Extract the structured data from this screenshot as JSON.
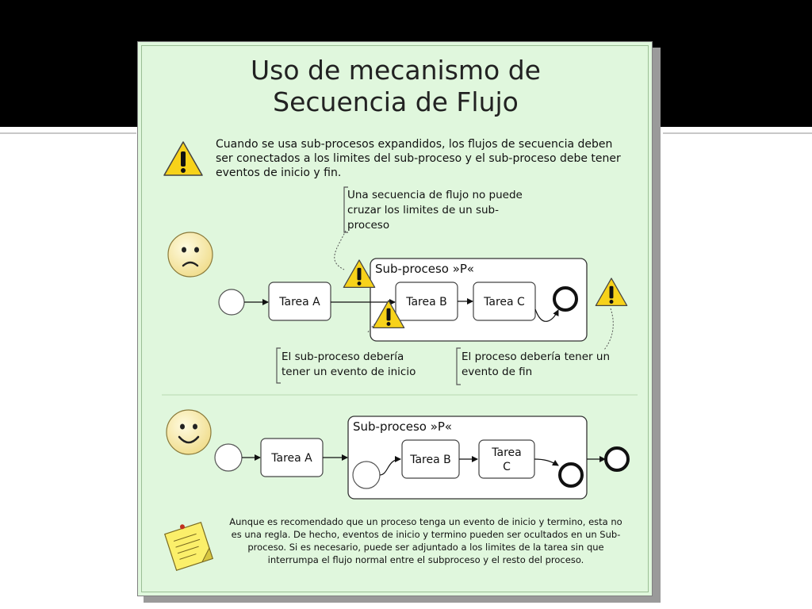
{
  "slide": {
    "title_line1": "Uso de mecanismo de",
    "title_line2": "Secuencia de Flujo",
    "intro_text": "Cuando se usa sub-procesos expandidos, los flujos de secuencia  deben ser conectados a los limites del sub-proceso y el sub-proceso debe tener eventos de inicio y fin.",
    "note_text": "Aunque es recomendado que un proceso tenga un evento de inicio y termino, esta no es una regla. De hecho, eventos de inicio y termino pueden ser ocultados en un Sub-proceso. Si es necesario, puede ser adjuntado a los limites de la tarea sin que interrumpa el flujo normal entre el subproceso y el resto del proceso."
  },
  "wrong_example": {
    "subprocess_label": "Sub-proceso »P«",
    "task_a": "Tarea A",
    "task_b": "Tarea B",
    "task_c": "Tarea C",
    "callout_boundary": "Una secuencia de flujo no puede cruzar los limites de un sub-proceso",
    "callout_start": "El sub-proceso debería tener un evento de inicio",
    "callout_end": "El proceso debería tener un evento de fin"
  },
  "right_example": {
    "subprocess_label": "Sub-proceso »P«",
    "task_a": "Tarea A",
    "task_b": "Tarea B",
    "task_c_line1": "Tarea",
    "task_c_line2": "C"
  },
  "icons": {
    "warning": "warning-triangle-icon",
    "sad": "sad-face-icon",
    "happy": "happy-face-icon",
    "note": "sticky-note-icon"
  },
  "colors": {
    "card_background": "#e0f7dd",
    "warning_yellow": "#f7d21a",
    "face_yellow": "#f8ecae"
  }
}
